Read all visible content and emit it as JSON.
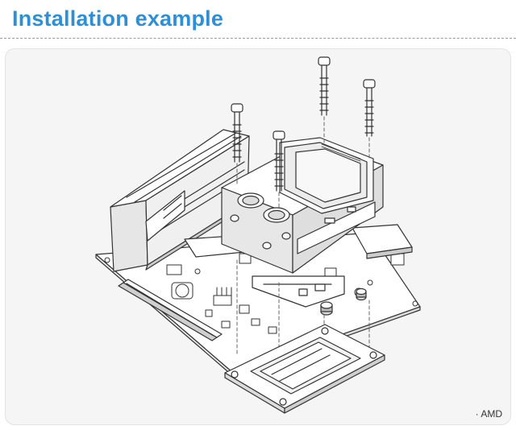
{
  "header": {
    "title": "Installation example"
  },
  "figure": {
    "caption": "· AMD"
  },
  "colors": {
    "title": "#2e8fd6",
    "panel": "#f5f5f5",
    "line": "#333333"
  },
  "icons": [
    "water-block",
    "screw",
    "motherboard",
    "backplate",
    "pcie-slot",
    "heatsink"
  ]
}
